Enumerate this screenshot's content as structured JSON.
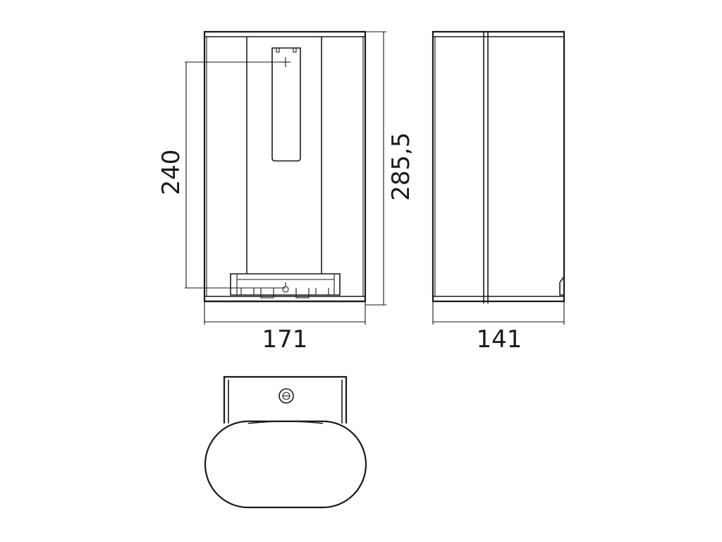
{
  "dimensions": {
    "mount_hole_spacing": "240",
    "overall_height": "285,5",
    "front_width": "171",
    "side_depth": "141"
  }
}
